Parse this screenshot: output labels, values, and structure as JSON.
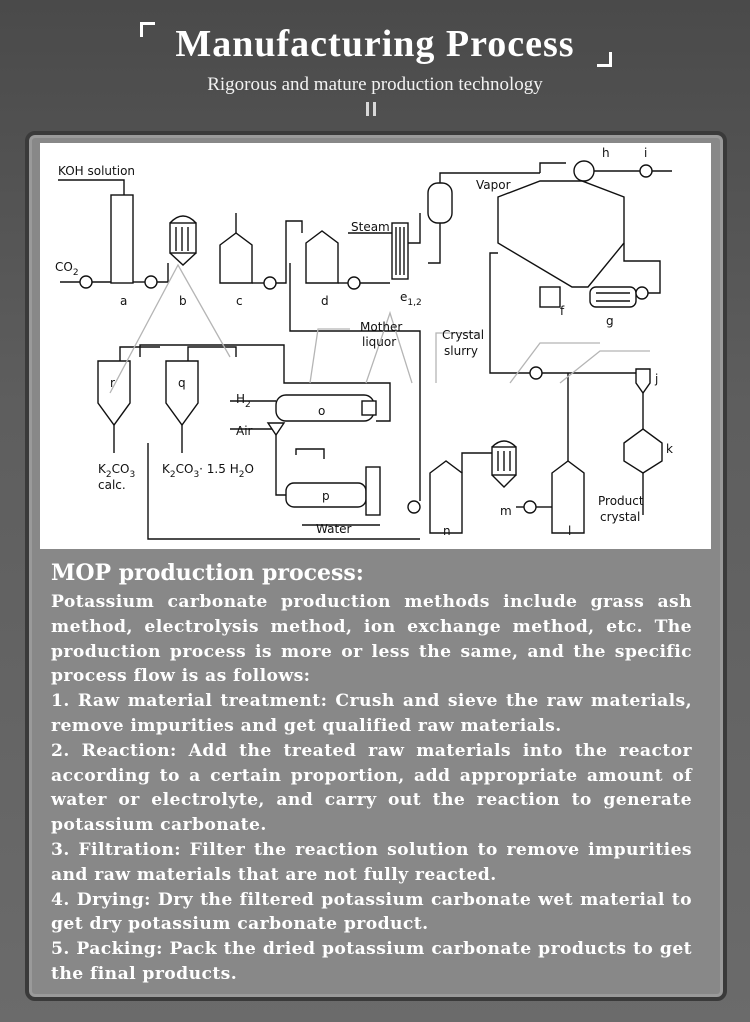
{
  "header": {
    "title": "Manufacturing Process",
    "subtitle": "Rigorous and mature production technology"
  },
  "diagram": {
    "labels": {
      "koh": "KOH solution",
      "co2": "CO",
      "co2_sub": "2",
      "steam": "Steam",
      "vapor": "Vapor",
      "mother_liquor_1": "Mother",
      "mother_liquor_2": "liquor",
      "crystal_slurry_1": "Crystal",
      "crystal_slurry_2": "slurry",
      "h2": "H",
      "h2_sub": "2",
      "air": "Air",
      "water": "Water",
      "k2co3_calc_1": "K",
      "k2co3_calc_1_sub": "2",
      "k2co3_calc_1_end": "CO",
      "k2co3_calc_1_sub2": "3",
      "k2co3_calc_2": "calc.",
      "k2co3_hydrate": "K",
      "k2co3_hydrate_sub": "2",
      "k2co3_hydrate_mid": "CO",
      "k2co3_hydrate_sub2": "3",
      "k2co3_hydrate_end": "· 1.5 H",
      "k2co3_hydrate_sub3": "2",
      "k2co3_hydrate_o": "O",
      "product_crystal_1": "Product",
      "product_crystal_2": "crystal"
    },
    "units": {
      "a": "a",
      "b": "b",
      "c": "c",
      "d": "d",
      "e": "e",
      "e_sub": "1,2",
      "f": "f",
      "g": "g",
      "h": "h",
      "i": "i",
      "j": "j",
      "k": "k",
      "l": "l",
      "m": "m",
      "n": "n",
      "o": "o",
      "p": "p",
      "q": "q",
      "r": "r"
    }
  },
  "content": {
    "heading": "MOP production process:",
    "paragraphs": [
      "Potassium carbonate production methods include grass ash method, electrolysis method, ion exchange method, etc. The production process is more or less the same, and the specific process flow is as follows:",
      "1. Raw material treatment: Crush and sieve the raw materials, remove impurities and get qualified raw materials.",
      "2. Reaction: Add the treated raw materials into the reactor according to a certain proportion, add appropriate amount of water or electrolyte, and carry out the reaction to generate potassium carbonate.",
      "3. Filtration: Filter the reaction solution to remove impurities and raw materials that are not fully reacted.",
      "4. Drying: Dry the filtered potassium carbonate wet material to get dry potassium carbonate product.",
      "5. Packing: Pack the dried potassium carbonate products to get the final products."
    ]
  }
}
